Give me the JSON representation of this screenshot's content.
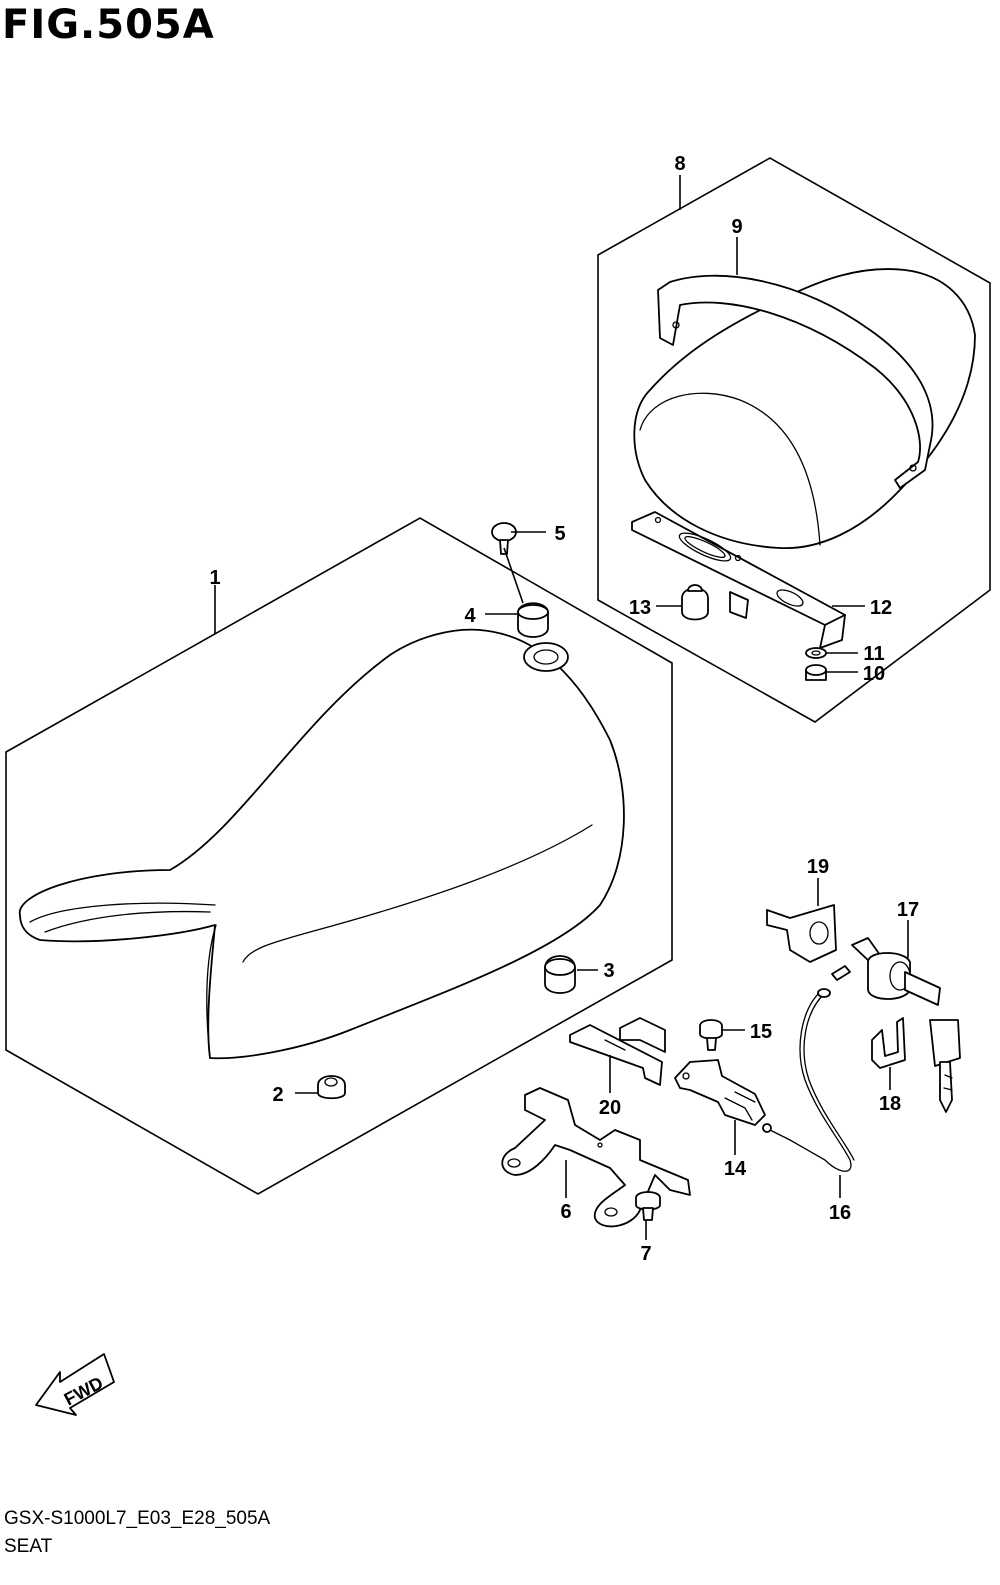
{
  "figure": {
    "title": "FIG.505A",
    "code": "GSX-S1000L7_E03_E28_505A",
    "name": "SEAT",
    "fwd_label": "FWD"
  },
  "callouts": [
    "1",
    "2",
    "3",
    "4",
    "5",
    "6",
    "7",
    "8",
    "9",
    "10",
    "11",
    "12",
    "13",
    "14",
    "15",
    "16",
    "17",
    "18",
    "19",
    "20"
  ]
}
